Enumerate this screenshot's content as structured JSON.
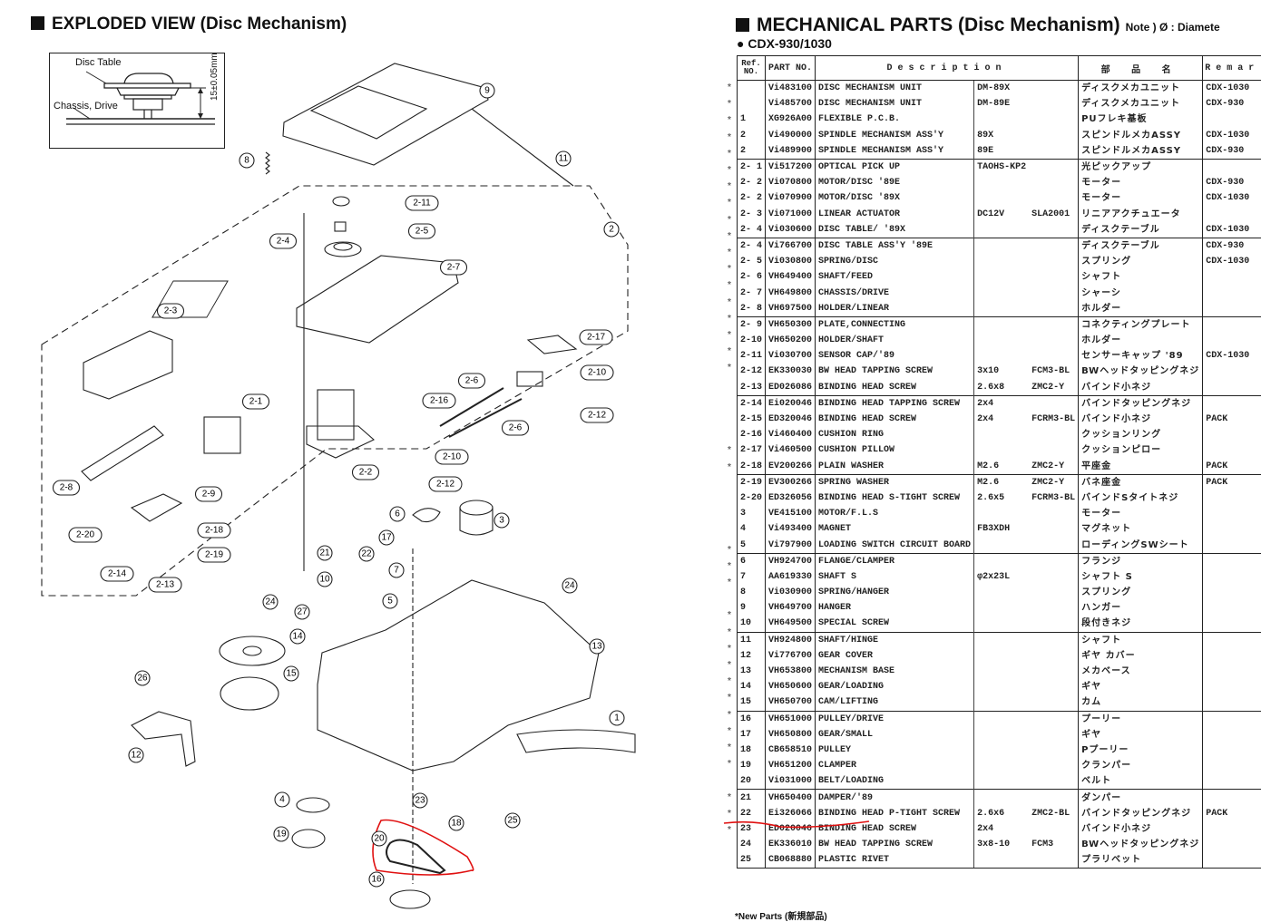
{
  "left_panel": {
    "title": "EXPLODED VIEW (Disc Mechanism)",
    "inset": {
      "disc_table_label": "Disc Table",
      "chassis_label": "Chassis, Drive",
      "dimension_label": "15±0.05mm"
    },
    "callouts": [
      "1",
      "2",
      "2-1",
      "2-2",
      "2-3",
      "2-4",
      "2-5",
      "2-6",
      "2-6",
      "2-7",
      "2-8",
      "2-9",
      "2-10",
      "2-10",
      "2-11",
      "2-12",
      "2-12",
      "2-13",
      "2-14",
      "2-16",
      "2-17",
      "2-18",
      "2-19",
      "2-20",
      "3",
      "4",
      "5",
      "6",
      "7",
      "8",
      "9",
      "10",
      "11",
      "12",
      "13",
      "14",
      "15",
      "16",
      "17",
      "18",
      "19",
      "20",
      "21",
      "22",
      "23",
      "24",
      "24",
      "25",
      "26",
      "27"
    ],
    "annotation_color": "#e01010"
  },
  "right_panel": {
    "title": "MECHANICAL PARTS (Disc Mechanism)",
    "note": "Note ) Ø : Diamete",
    "subtitle": "● CDX-930/1030",
    "columns": {
      "ref": "Ref. NO.",
      "part": "PART NO.",
      "description": "Description",
      "japanese": "部 品 名",
      "remarks": "Remar"
    },
    "rows": [
      {
        "new": "*",
        "ref": "",
        "part": "Vi483100",
        "desc": "DISC MECHANISM UNIT",
        "spec1": "DM-89X",
        "spec2": "",
        "jp": "ディスクメカユニット",
        "remarks": "CDX-1030",
        "group_start": true
      },
      {
        "new": "*",
        "ref": "",
        "part": "Vi485700",
        "desc": "DISC MECHANISM UNIT",
        "spec1": "DM-89E",
        "spec2": "",
        "jp": "ディスクメカユニット",
        "remarks": "CDX-930"
      },
      {
        "new": "*",
        "ref": "1",
        "part": "XG926A00",
        "desc": "FLEXIBLE P.C.B.",
        "spec1": "",
        "spec2": "",
        "jp": "PUフレキ基板",
        "remarks": ""
      },
      {
        "new": "*",
        "ref": "2",
        "part": "Vi490000",
        "desc": "SPINDLE MECHANISM ASS'Y",
        "spec1": "89X",
        "spec2": "",
        "jp": "スピンドルメカASSY",
        "remarks": "CDX-1030"
      },
      {
        "new": "*",
        "ref": "2",
        "part": "Vi489900",
        "desc": "SPINDLE MECHANISM ASS'Y",
        "spec1": "89E",
        "spec2": "",
        "jp": "スピンドルメカASSY",
        "remarks": "CDX-930"
      },
      {
        "new": "*",
        "ref": "2- 1",
        "part": "Vi517200",
        "desc": "OPTICAL PICK UP",
        "spec1": "TAOHS-KP2",
        "spec2": "",
        "jp": "光ピックアップ",
        "remarks": "",
        "group_start": true
      },
      {
        "new": "*",
        "ref": "2- 2",
        "part": "Vi070800",
        "desc": "MOTOR/DISC '89E",
        "spec1": "",
        "spec2": "",
        "jp": "モーター",
        "remarks": "CDX-930"
      },
      {
        "new": "*",
        "ref": "2- 2",
        "part": "Vi070900",
        "desc": "MOTOR/DISC '89X",
        "spec1": "",
        "spec2": "",
        "jp": "モーター",
        "remarks": "CDX-1030"
      },
      {
        "new": "*",
        "ref": "2- 3",
        "part": "Vi071000",
        "desc": "LINEAR ACTUATOR",
        "spec1": "DC12V",
        "spec2": "SLA2001",
        "jp": "リニアアクチュエータ",
        "remarks": ""
      },
      {
        "new": "*",
        "ref": "2- 4",
        "part": "Vi030600",
        "desc": "DISC TABLE/ '89X",
        "spec1": "",
        "spec2": "",
        "jp": "ディスクテーブル",
        "remarks": "CDX-1030"
      },
      {
        "new": "*",
        "ref": "2- 4",
        "part": "Vi766700",
        "desc": "DISC TABLE ASS'Y '89E",
        "spec1": "",
        "spec2": "",
        "jp": "ディスクテーブル",
        "remarks": "CDX-930",
        "group_start": true
      },
      {
        "new": "*",
        "ref": "2- 5",
        "part": "Vi030800",
        "desc": "SPRING/DISC",
        "spec1": "",
        "spec2": "",
        "jp": "スプリング",
        "remarks": "CDX-1030"
      },
      {
        "new": "*",
        "ref": "2- 6",
        "part": "VH649400",
        "desc": "SHAFT/FEED",
        "spec1": "",
        "spec2": "",
        "jp": "シャフト",
        "remarks": ""
      },
      {
        "new": "*",
        "ref": "2- 7",
        "part": "VH649800",
        "desc": "CHASSIS/DRIVE",
        "spec1": "",
        "spec2": "",
        "jp": "シャーシ",
        "remarks": ""
      },
      {
        "new": "*",
        "ref": "2- 8",
        "part": "VH697500",
        "desc": "HOLDER/LINEAR",
        "spec1": "",
        "spec2": "",
        "jp": "ホルダー",
        "remarks": ""
      },
      {
        "new": "*",
        "ref": "2- 9",
        "part": "VH650300",
        "desc": "PLATE,CONNECTING",
        "spec1": "",
        "spec2": "",
        "jp": "コネクティングプレート",
        "remarks": "",
        "group_start": true
      },
      {
        "new": "*",
        "ref": "2-10",
        "part": "VH650200",
        "desc": "HOLDER/SHAFT",
        "spec1": "",
        "spec2": "",
        "jp": "ホルダー",
        "remarks": ""
      },
      {
        "new": "*",
        "ref": "2-11",
        "part": "Vi030700",
        "desc": "SENSOR CAP/'89",
        "spec1": "",
        "spec2": "",
        "jp": "センサーキャップ '89",
        "remarks": "CDX-1030"
      },
      {
        "new": "",
        "ref": "2-12",
        "part": "EK330030",
        "desc": "BW HEAD TAPPING SCREW",
        "spec1": "3x10",
        "spec2": "FCM3-BL",
        "jp": "BWヘッドタッピングネジ",
        "remarks": ""
      },
      {
        "new": "",
        "ref": "2-13",
        "part": "ED026086",
        "desc": "BINDING HEAD SCREW",
        "spec1": "2.6x8",
        "spec2": "ZMC2-Y",
        "jp": "バインド小ネジ",
        "remarks": ""
      },
      {
        "new": "",
        "ref": "2-14",
        "part": "Ei020046",
        "desc": "BINDING HEAD TAPPING SCREW",
        "spec1": "2x4",
        "spec2": "",
        "jp": "バインドタッピングネジ",
        "remarks": "",
        "group_start": true
      },
      {
        "new": "",
        "ref": "2-15",
        "part": "ED320046",
        "desc": "BINDING HEAD SCREW",
        "spec1": "2x4",
        "spec2": "FCRM3-BL",
        "jp": "バインド小ネジ",
        "remarks": "PACK"
      },
      {
        "new": "*",
        "ref": "2-16",
        "part": "Vi460400",
        "desc": "CUSHION RING",
        "spec1": "",
        "spec2": "",
        "jp": "クッションリング",
        "remarks": ""
      },
      {
        "new": "*",
        "ref": "2-17",
        "part": "Vi460500",
        "desc": "CUSHION PILLOW",
        "spec1": "",
        "spec2": "",
        "jp": "クッションピロー",
        "remarks": ""
      },
      {
        "new": "",
        "ref": "2-18",
        "part": "EV200266",
        "desc": "PLAIN WASHER",
        "spec1": "M2.6",
        "spec2": "ZMC2-Y",
        "jp": "平座金",
        "remarks": "PACK"
      },
      {
        "new": "",
        "ref": "2-19",
        "part": "EV300266",
        "desc": "SPRING WASHER",
        "spec1": "M2.6",
        "spec2": "ZMC2-Y",
        "jp": "バネ座金",
        "remarks": "PACK",
        "group_start": true
      },
      {
        "new": "",
        "ref": "2-20",
        "part": "ED326056",
        "desc": "BINDING HEAD S-TIGHT SCREW",
        "spec1": "2.6x5",
        "spec2": "FCRM3-BL",
        "jp": "バインドSタイトネジ",
        "remarks": ""
      },
      {
        "new": "",
        "ref": "3",
        "part": "VE415100",
        "desc": "MOTOR/F.L.S",
        "spec1": "",
        "spec2": "",
        "jp": "モーター",
        "remarks": ""
      },
      {
        "new": "*",
        "ref": "4",
        "part": "Vi493400",
        "desc": "MAGNET",
        "spec1": "FB3XDH",
        "spec2": "",
        "jp": "マグネット",
        "remarks": ""
      },
      {
        "new": "*",
        "ref": "5",
        "part": "Vi797900",
        "desc": "LOADING SWITCH CIRCUIT BOARD",
        "spec1": "",
        "spec2": "",
        "jp": "ローディングSWシート",
        "remarks": ""
      },
      {
        "new": "*",
        "ref": "6",
        "part": "VH924700",
        "desc": "FLANGE/CLAMPER",
        "spec1": "",
        "spec2": "",
        "jp": "フランジ",
        "remarks": "",
        "group_start": true
      },
      {
        "new": "",
        "ref": "7",
        "part": "AA619330",
        "desc": "SHAFT S",
        "spec1": "φ2x23L",
        "spec2": "",
        "jp": "シャフト S",
        "remarks": ""
      },
      {
        "new": "*",
        "ref": "8",
        "part": "Vi030900",
        "desc": "SPRING/HANGER",
        "spec1": "",
        "spec2": "",
        "jp": "スプリング",
        "remarks": ""
      },
      {
        "new": "*",
        "ref": "9",
        "part": "VH649700",
        "desc": "HANGER",
        "spec1": "",
        "spec2": "",
        "jp": "ハンガー",
        "remarks": ""
      },
      {
        "new": "*",
        "ref": "10",
        "part": "VH649500",
        "desc": "SPECIAL SCREW",
        "spec1": "",
        "spec2": "",
        "jp": "段付きネジ",
        "remarks": ""
      },
      {
        "new": "*",
        "ref": "11",
        "part": "VH924800",
        "desc": "SHAFT/HINGE",
        "spec1": "",
        "spec2": "",
        "jp": "シャフト",
        "remarks": "",
        "group_start": true
      },
      {
        "new": "*",
        "ref": "12",
        "part": "Vi776700",
        "desc": "GEAR COVER",
        "spec1": "",
        "spec2": "",
        "jp": "ギヤ カバー",
        "remarks": ""
      },
      {
        "new": "*",
        "ref": "13",
        "part": "VH653800",
        "desc": "MECHANISM BASE",
        "spec1": "",
        "spec2": "",
        "jp": "メカベース",
        "remarks": ""
      },
      {
        "new": "*",
        "ref": "14",
        "part": "VH650600",
        "desc": "GEAR/LOADING",
        "spec1": "",
        "spec2": "",
        "jp": "ギヤ",
        "remarks": ""
      },
      {
        "new": "*",
        "ref": "15",
        "part": "VH650700",
        "desc": "CAM/LIFTING",
        "spec1": "",
        "spec2": "",
        "jp": "カム",
        "remarks": ""
      },
      {
        "new": "*",
        "ref": "16",
        "part": "VH651000",
        "desc": "PULLEY/DRIVE",
        "spec1": "",
        "spec2": "",
        "jp": "プーリー",
        "remarks": "",
        "group_start": true
      },
      {
        "new": "*",
        "ref": "17",
        "part": "VH650800",
        "desc": "GEAR/SMALL",
        "spec1": "",
        "spec2": "",
        "jp": "ギヤ",
        "remarks": ""
      },
      {
        "new": "",
        "ref": "18",
        "part": "CB658510",
        "desc": "PULLEY",
        "spec1": "",
        "spec2": "",
        "jp": "Pプーリー",
        "remarks": ""
      },
      {
        "new": "*",
        "ref": "19",
        "part": "VH651200",
        "desc": "CLAMPER",
        "spec1": "",
        "spec2": "",
        "jp": "クランパー",
        "remarks": ""
      },
      {
        "new": "*",
        "ref": "20",
        "part": "Vi031000",
        "desc": "BELT/LOADING",
        "spec1": "",
        "spec2": "",
        "jp": "ベルト",
        "remarks": "",
        "highlighted": true
      },
      {
        "new": "*",
        "ref": "21",
        "part": "VH650400",
        "desc": "DAMPER/'89",
        "spec1": "",
        "spec2": "",
        "jp": "ダンパー",
        "remarks": "",
        "group_start": true
      },
      {
        "new": "",
        "ref": "22",
        "part": "Ei326066",
        "desc": "BINDING HEAD P-TIGHT SCREW",
        "spec1": "2.6x6",
        "spec2": "ZMC2-BL",
        "jp": "バインドタッピングネジ",
        "remarks": "PACK"
      },
      {
        "new": "",
        "ref": "23",
        "part": "ED020046",
        "desc": "BINDING HEAD SCREW",
        "spec1": "2x4",
        "spec2": "",
        "jp": "バインド小ネジ",
        "remarks": ""
      },
      {
        "new": "",
        "ref": "24",
        "part": "EK336010",
        "desc": "BW HEAD TAPPING SCREW",
        "spec1": "3x8-10",
        "spec2": "FCM3",
        "jp": "BWヘッドタッピングネジ",
        "remarks": ""
      },
      {
        "new": "",
        "ref": "25",
        "part": "CB068880",
        "desc": "PLASTIC RIVET",
        "spec1": "",
        "spec2": "",
        "jp": "プラリベット",
        "remarks": ""
      }
    ],
    "footnote": "*New Parts (新規部品)"
  }
}
